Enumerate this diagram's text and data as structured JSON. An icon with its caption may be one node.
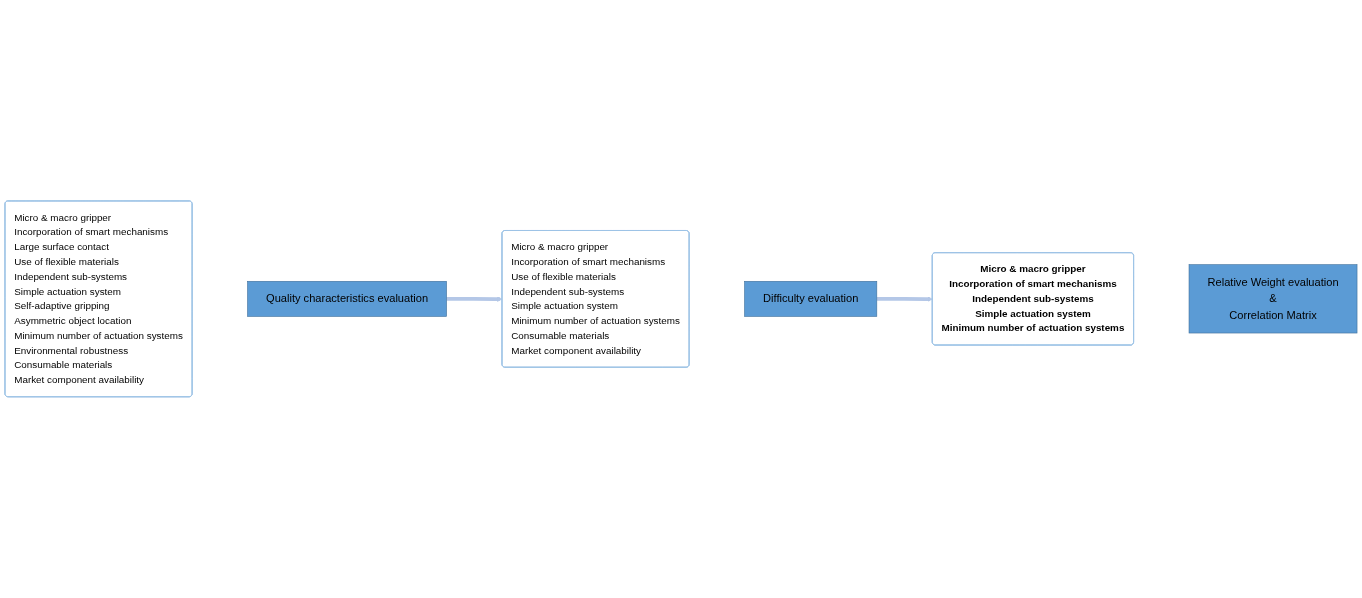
{
  "diagram": {
    "nodes": [
      {
        "text": [
          "Micro & macro gripper",
          "Incorporation of smart mechanisms",
          "Large surface contact",
          "Use of flexible materials",
          "Independent sub-systems",
          "Simple actuation system",
          "Self-adaptive gripping",
          "Asymmetric object location",
          "Minimum number of actuation systems",
          "Environmental robustness",
          "Consumable materials",
          "Market component availability"
        ]
      },
      {
        "text": [
          "Quality characteristics evaluation"
        ]
      },
      {
        "text": [
          "Micro & macro gripper",
          "Incorporation of smart mechanisms",
          "Use of flexible materials",
          "Independent sub-systems",
          "Simple actuation system",
          "Minimum number of actuation systems",
          "Consumable materials",
          "Market component availability"
        ]
      },
      {
        "text": [
          "Difficulty evaluation"
        ]
      },
      {
        "text": [
          "Micro & macro gripper",
          "Incorporation of smart mechanisms",
          "Independent sub-systems",
          "Simple actuation system",
          "Minimum number of actuation systems"
        ]
      },
      {
        "text": [
          "Relative Weight evaluation",
          "&",
          "Correlation Matrix"
        ]
      }
    ],
    "edges": [
      {
        "from": 1,
        "to": 2,
        "arrow": "to",
        "color": "#b4c7e7"
      },
      {
        "from": 3,
        "to": 4,
        "arrow": "to",
        "color": "#b4c7e7"
      }
    ]
  }
}
